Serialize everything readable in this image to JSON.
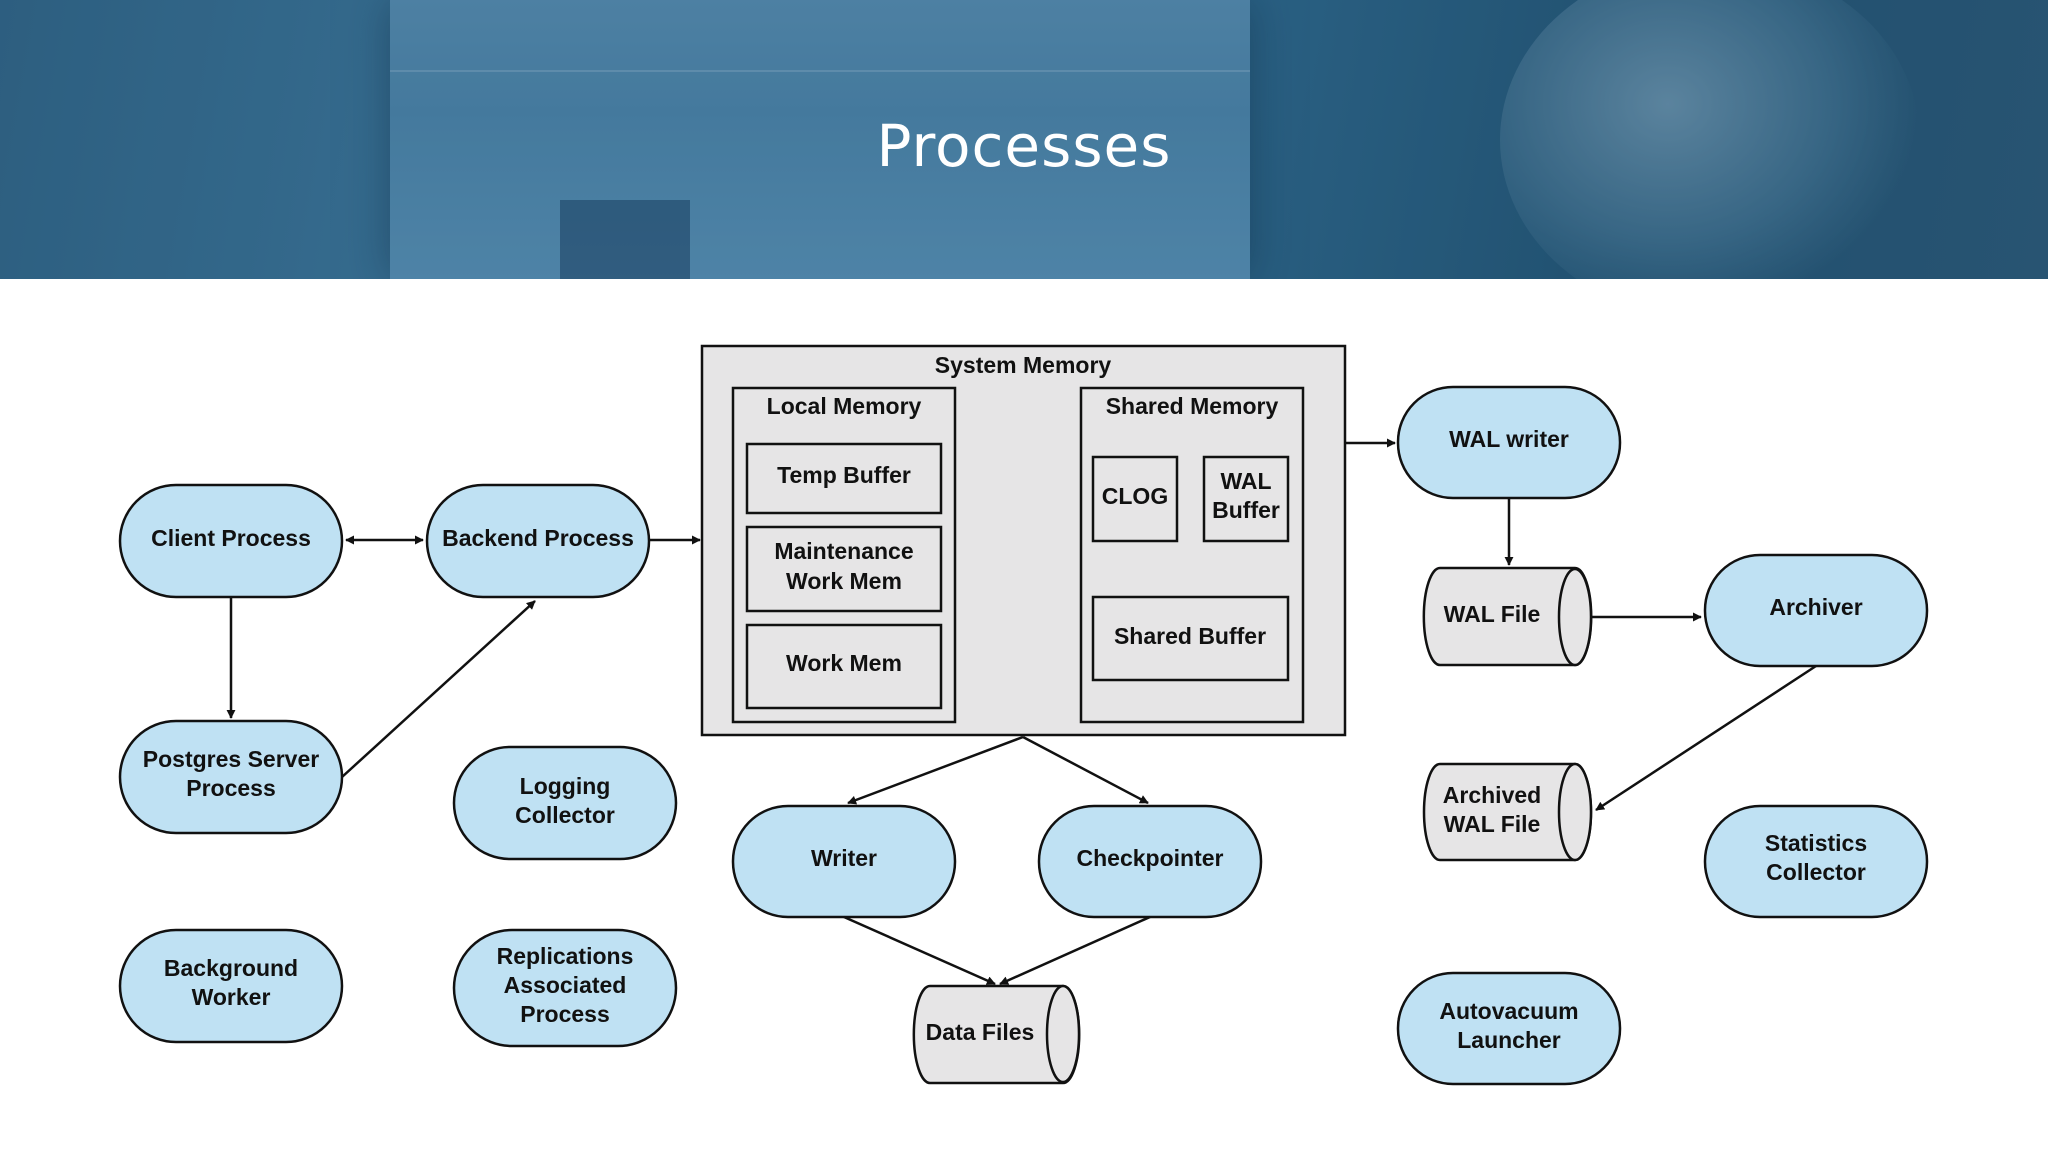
{
  "page": {
    "title": "Processes"
  },
  "colors": {
    "process_fill": "#bfe1f3",
    "memory_fill": "#e6e5e6",
    "stroke": "#111111",
    "banner": "#3a6f8f"
  },
  "memory": {
    "system": "System Memory",
    "local": "Local Memory",
    "shared": "Shared Memory",
    "temp_buffer": "Temp Buffer",
    "maintenance_1": "Maintenance",
    "maintenance_2": "Work Mem",
    "work_mem": "Work Mem",
    "clog": "CLOG",
    "wal_buffer_1": "WAL",
    "wal_buffer_2": "Buffer",
    "shared_buffer": "Shared Buffer"
  },
  "processes": {
    "client": "Client Process",
    "backend": "Backend Process",
    "postgres_1": "Postgres Server",
    "postgres_2": "Process",
    "logging_1": "Logging",
    "logging_2": "Collector",
    "background_1": "Background",
    "background_2": "Worker",
    "replications_1": "Replications",
    "replications_2": "Associated",
    "replications_3": "Process",
    "writer": "Writer",
    "checkpointer": "Checkpointer",
    "wal_writer": "WAL writer",
    "archiver": "Archiver",
    "statistics_1": "Statistics",
    "statistics_2": "Collector",
    "autovacuum_1": "Autovacuum",
    "autovacuum_2": "Launcher"
  },
  "files": {
    "data_files": "Data Files",
    "wal_file": "WAL File",
    "archived_1": "Archived",
    "archived_2": "WAL File"
  }
}
